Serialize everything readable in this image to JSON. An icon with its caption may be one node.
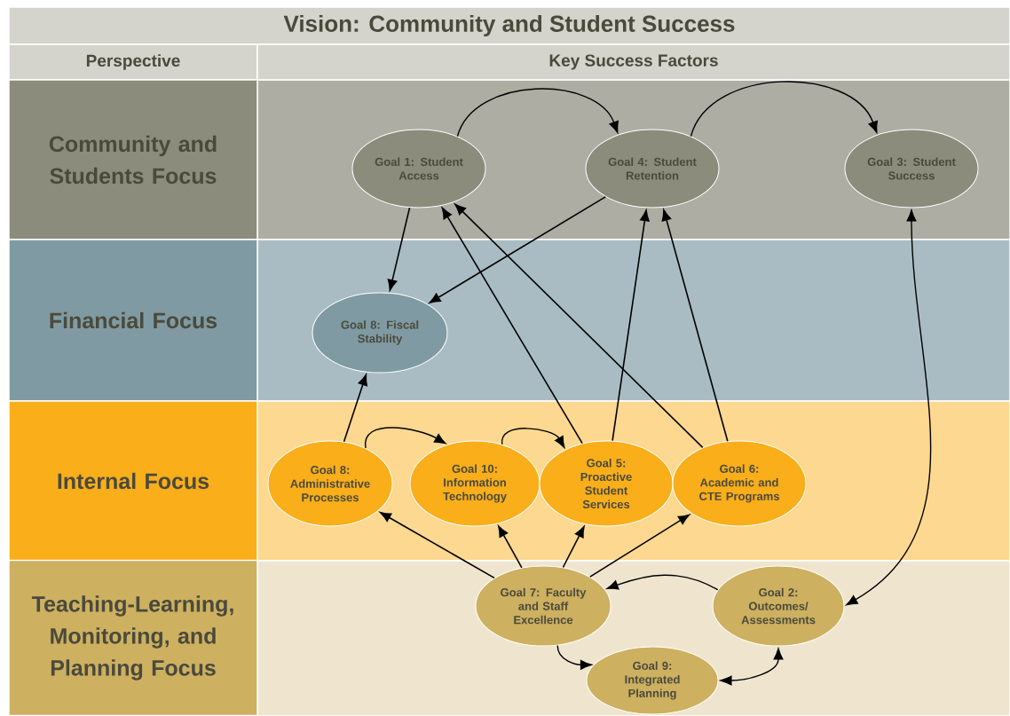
{
  "diagram": {
    "title": "Vision: Community and Student Success",
    "nodes": [
      {
        "text": [
          "Goal 1: Student Access"
        ]
      },
      {
        "text": [
          "Goal 4: Student Retention"
        ]
      },
      {
        "text": [
          "Goal 3: Student Success"
        ]
      },
      {
        "text": [
          "Goal 8: Fiscal Stability"
        ]
      },
      {
        "text": [
          "Goal 8: Administrative Processes"
        ]
      },
      {
        "text": [
          "Goal 10: Information Technology"
        ]
      },
      {
        "text": [
          "Goal 5: Proactive Student Services"
        ]
      },
      {
        "text": [
          "Goal 6: Academic and CTE Programs"
        ]
      },
      {
        "text": [
          "Goal 7: Faculty and Staff Excellence"
        ]
      },
      {
        "text": [
          "Goal 2: Outcomes/ Assessments"
        ]
      },
      {
        "text": [
          "Goal 9: Integrated Planning"
        ]
      }
    ],
    "edges": [
      {
        "from": 0,
        "to": 1,
        "arrow": "to"
      },
      {
        "from": 1,
        "to": 2,
        "arrow": "to"
      },
      {
        "from": 0,
        "to": 3,
        "arrow": "to"
      },
      {
        "from": 1,
        "to": 3,
        "arrow": "to"
      },
      {
        "from": 4,
        "to": 3,
        "arrow": "to"
      },
      {
        "from": 6,
        "to": 0,
        "arrow": "to"
      },
      {
        "from": 7,
        "to": 0,
        "arrow": "to"
      },
      {
        "from": 6,
        "to": 1,
        "arrow": "to"
      },
      {
        "from": 7,
        "to": 1,
        "arrow": "to"
      },
      {
        "from": 9,
        "to": 2,
        "arrow": "both"
      },
      {
        "from": 4,
        "to": 5,
        "arrow": "to"
      },
      {
        "from": 5,
        "to": 6,
        "arrow": "to"
      },
      {
        "from": 8,
        "to": 4,
        "arrow": "to"
      },
      {
        "from": 8,
        "to": 5,
        "arrow": "to"
      },
      {
        "from": 8,
        "to": 6,
        "arrow": "to"
      },
      {
        "from": 8,
        "to": 7,
        "arrow": "to"
      },
      {
        "from": 9,
        "to": 8,
        "arrow": "to"
      },
      {
        "from": 8,
        "to": 10,
        "arrow": "to"
      },
      {
        "from": 9,
        "to": 10,
        "arrow": "both"
      }
    ],
    "labels": [
      "Perspective",
      "Key Success Factors",
      "Community and Students Focus",
      "Financial Focus",
      "Internal Focus",
      "Teaching-Learning, Monitoring, and Planning Focus"
    ]
  }
}
